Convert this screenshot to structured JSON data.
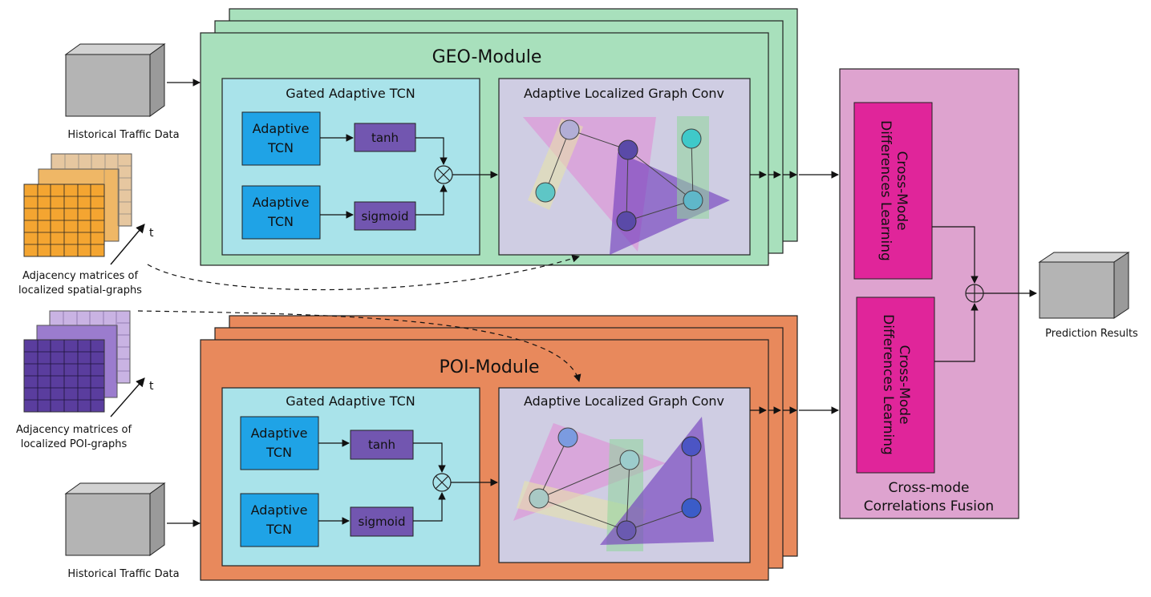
{
  "inputs": {
    "historical_top": "Historical Traffic Data",
    "historical_bottom": "Historical Traffic Data",
    "spatial_line1": "Adjacency matrices of",
    "spatial_line2": "localized spatial-graphs",
    "poi_line1": "Adjacency matrices of",
    "poi_line2": "localized POI-graphs",
    "t_symbol": "t"
  },
  "geo_module": {
    "title": "GEO-Module",
    "tcn_block": {
      "title": "Gated Adaptive TCN",
      "adaptive_tcn_line1": "Adaptive",
      "adaptive_tcn_line2": "TCN",
      "tanh": "tanh",
      "sigmoid": "sigmoid"
    },
    "graph_block": {
      "title": "Adaptive Localized  Graph Conv"
    }
  },
  "poi_module": {
    "title": "POI-Module",
    "tcn_block": {
      "title": "Gated Adaptive TCN",
      "adaptive_tcn_line1": "Adaptive",
      "adaptive_tcn_line2": "TCN",
      "tanh": "tanh",
      "sigmoid": "sigmoid"
    },
    "graph_block": {
      "title": "Adaptive Localized  Graph Conv"
    }
  },
  "fusion": {
    "learning_line1": "Cross-Mode",
    "learning_line2": "Differences Learning",
    "title_line1": "Cross-mode",
    "title_line2": "Correlations Fusion"
  },
  "output": {
    "label": "Prediction Results"
  },
  "colors": {
    "geo_module": "#a8e0bc",
    "poi_module": "#e8895c",
    "tcn_panel": "#a9e3ea",
    "graph_panel": "#cfcde3",
    "adaptive_tcn": "#1fa3e6",
    "activation": "#7256b0",
    "fusion_panel": "#dea3cf",
    "learning_block": "#e0259a",
    "spatial_matrix": "#f4a531",
    "poi_matrix": "#5a3d9e"
  }
}
